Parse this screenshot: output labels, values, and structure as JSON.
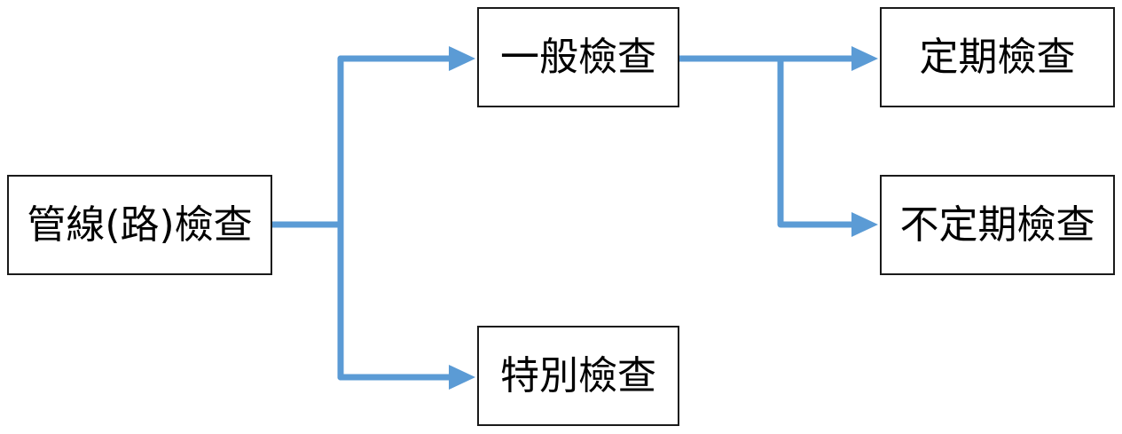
{
  "diagram": {
    "line_color": "#5b9bd5",
    "border_color": "#1a1a1a",
    "nodes": {
      "root": "管線(路)檢查",
      "general": "一般檢查",
      "special": "特別檢查",
      "regular": "定期檢查",
      "irregular": "不定期檢查"
    },
    "edges": [
      {
        "from": "root",
        "to": "general"
      },
      {
        "from": "root",
        "to": "special"
      },
      {
        "from": "general",
        "to": "regular"
      },
      {
        "from": "general",
        "to": "irregular"
      }
    ]
  }
}
